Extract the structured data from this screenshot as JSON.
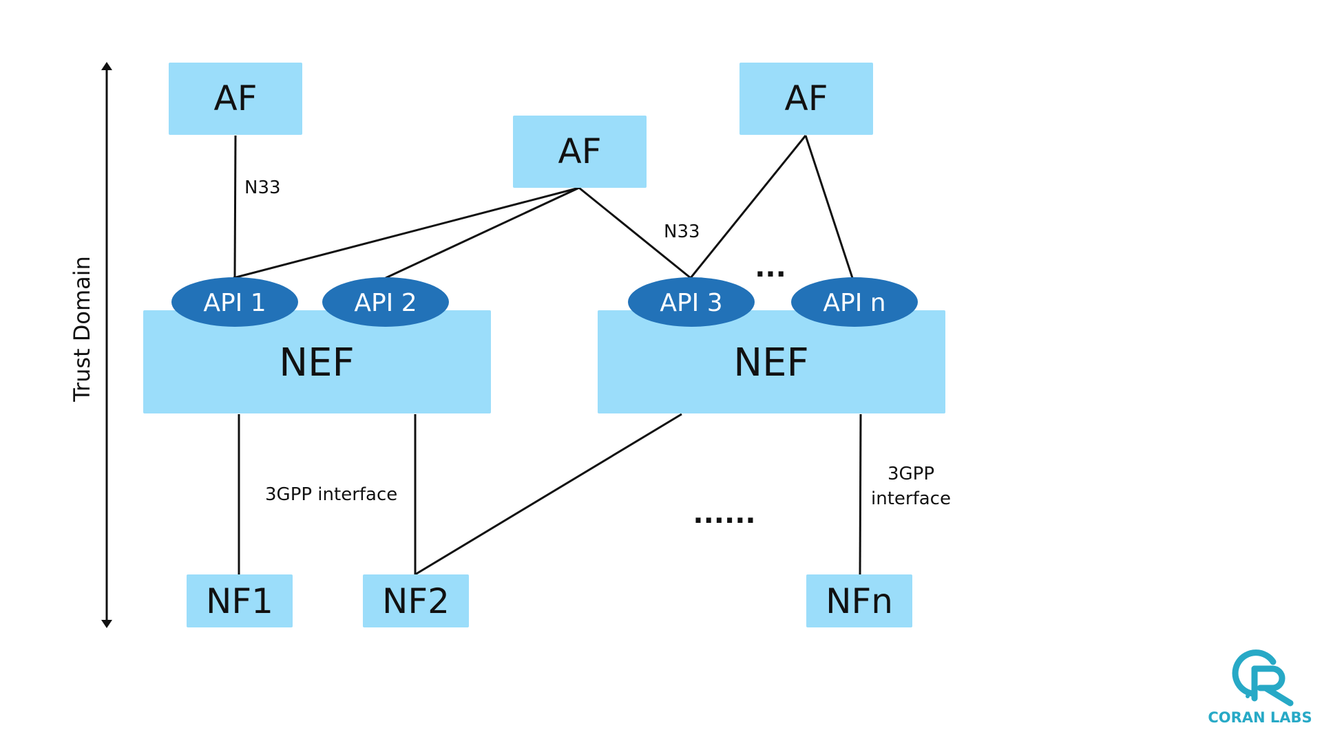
{
  "colors": {
    "box_fill": "#9BDDFA",
    "api_fill": "#2272B8",
    "line": "#111111",
    "logo": "#27A9C6"
  },
  "trust_domain": {
    "label": "Trust Domain"
  },
  "nodes": {
    "af_left": "AF",
    "af_center": "AF",
    "af_right": "AF",
    "nef_left": "NEF",
    "nef_right": "NEF",
    "nf1": "NF1",
    "nf2": "NF2",
    "nfn": "NFn"
  },
  "apis": {
    "api1": "API 1",
    "api2": "API 2",
    "api3": "API 3",
    "apin": "API n"
  },
  "edge_labels": {
    "n33_left": "N33",
    "n33_center": "N33",
    "interface_left": "3GPP interface",
    "interface_right_line1": "3GPP",
    "interface_right_line2": "interface"
  },
  "ellipses": {
    "api_gap": "...",
    "nf_gap": "......"
  },
  "logo": {
    "text": "CORAN LABS",
    "icon": "coran-labs-logo-icon"
  }
}
